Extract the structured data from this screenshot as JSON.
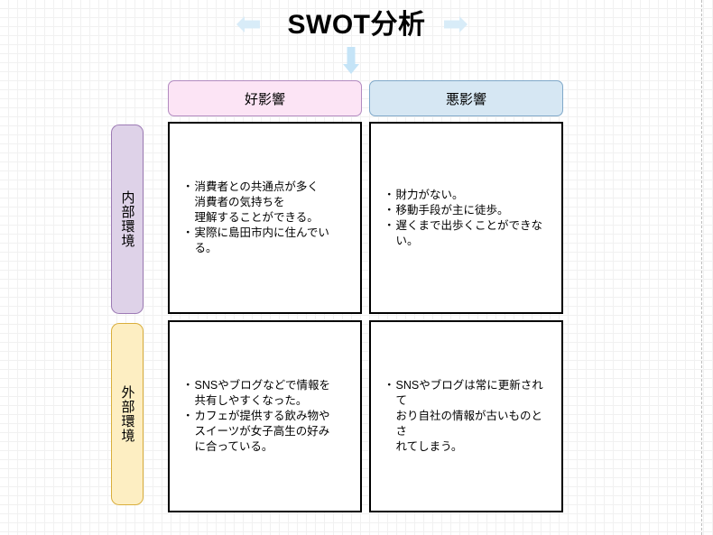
{
  "title": "SWOT分析",
  "arrows": {
    "left": "arrow-left-icon",
    "right": "arrow-right-icon",
    "down": "arrow-down-icon",
    "color": "#d8ecf8"
  },
  "columns": [
    {
      "label": "好影響",
      "fill": "#fce4f5",
      "border": "#b28ac0"
    },
    {
      "label": "悪影響",
      "fill": "#d6e7f3",
      "border": "#7fa8c9"
    }
  ],
  "rows": [
    {
      "label": "内部環境",
      "fill": "#ded2e8",
      "border": "#9d7bb5"
    },
    {
      "label": "外部環境",
      "fill": "#fdeec2",
      "border": "#d9ae3c"
    }
  ],
  "bullet_mark": "・",
  "quadrants": {
    "strengths": {
      "items": [
        "消費者との共通点が多く\n消費者の気持ちを\n理解することができる。",
        "実際に島田市内に住んでいる。"
      ]
    },
    "weaknesses": {
      "items": [
        "財力がない。",
        "移動手段が主に徒歩。",
        "遅くまで出歩くことができない。"
      ]
    },
    "opportunities": {
      "items": [
        "SNSやブログなどで情報を\n共有しやすくなった。",
        "カフェが提供する飲み物や\nスイーツが女子高生の好み\nに合っている。"
      ]
    },
    "threats": {
      "items": [
        "SNSやブログは常に更新されて\nおり自社の情報が古いものとさ\nれてしまう。"
      ]
    }
  }
}
